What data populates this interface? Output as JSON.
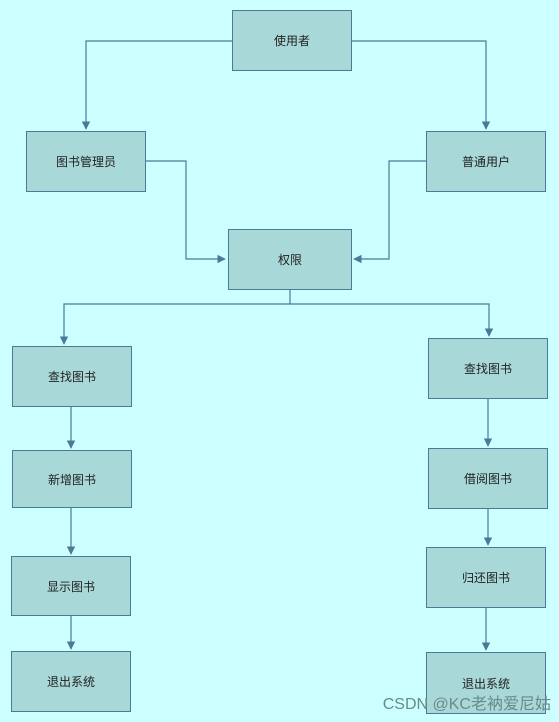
{
  "colors": {
    "background": "#ccffff",
    "node_fill": "#a8d8d8",
    "node_border": "#4a7a96",
    "edge": "#4a7a96"
  },
  "nodes": {
    "user": "使用者",
    "librarian": "图书管理员",
    "regular_user": "普通用户",
    "permission": "权限",
    "left_search": "查找图书",
    "add_book": "新增图书",
    "show_book": "显示图书",
    "left_exit": "退出系统",
    "right_search": "查找图书",
    "borrow_book": "借阅图书",
    "return_book": "归还图书",
    "right_exit": "退出系统"
  },
  "watermark": "CSDN @KC老衲爱尼姑"
}
